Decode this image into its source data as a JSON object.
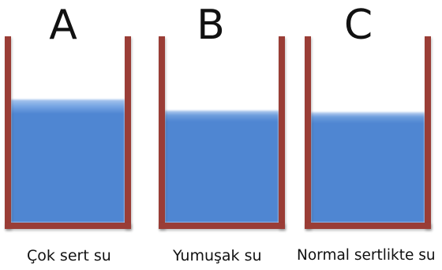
{
  "panels": [
    {
      "letter": "A",
      "caption": "Çok sert su",
      "water_level": 0.69
    },
    {
      "letter": "B",
      "caption": "Yumuşak su",
      "water_level": 0.63
    },
    {
      "letter": "C",
      "caption": "Normal sertlikte su",
      "water_level": 0.62
    }
  ],
  "colors": {
    "container_wall": "#9a3d36",
    "water": "#4f86d2",
    "text": "#111111",
    "background": "#ffffff"
  }
}
